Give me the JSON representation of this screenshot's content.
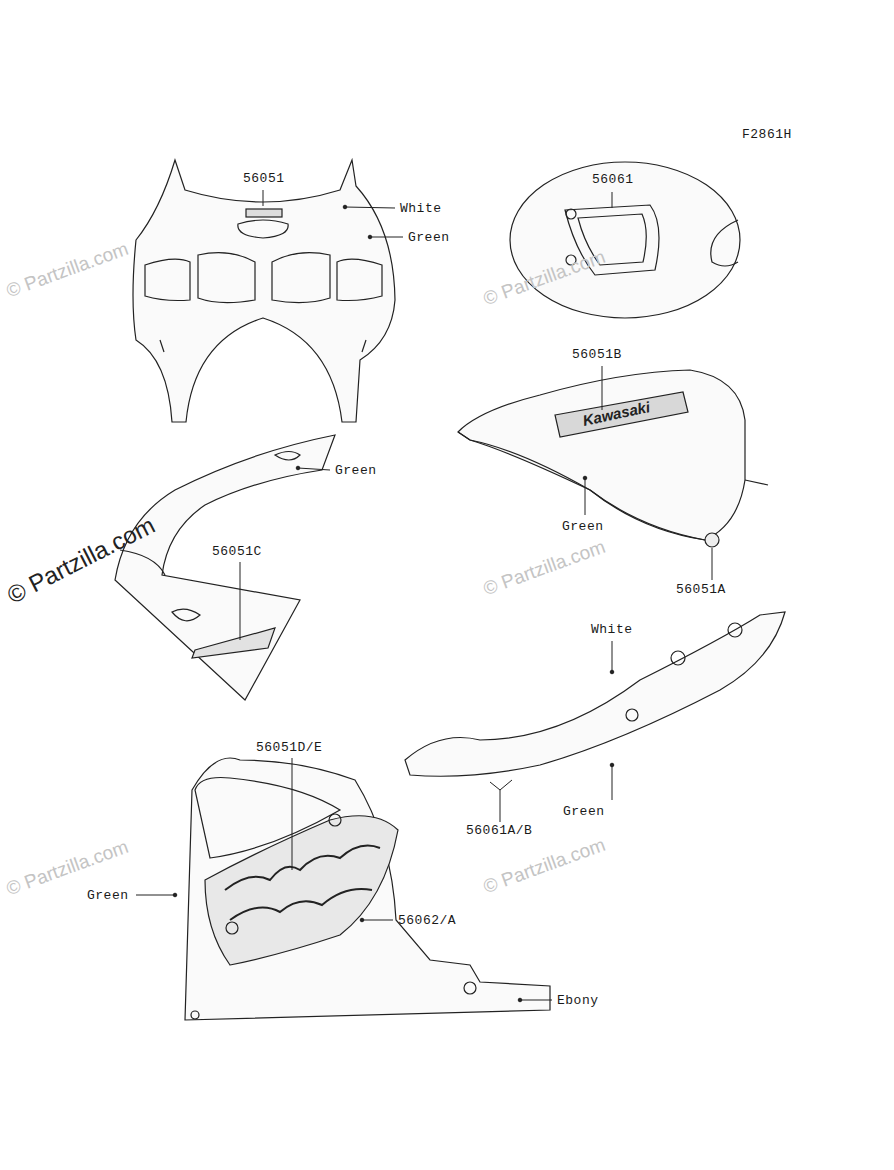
{
  "diagram": {
    "labels": [
      "F2861H",
      "56051",
      "White",
      "Green",
      "56061",
      "56051B",
      "Green",
      "Kawasaki",
      "56051C",
      "Green",
      "56051A",
      "White",
      "56061A/B",
      "Green",
      "56051D/E",
      "Green",
      "56062/A",
      "Ebony",
      "© Partzilla.com",
      "© Partzilla.com",
      "© Partzilla.com",
      "© Partzilla.com",
      "© Partzilla.com",
      "© Partzilla.com"
    ]
  }
}
